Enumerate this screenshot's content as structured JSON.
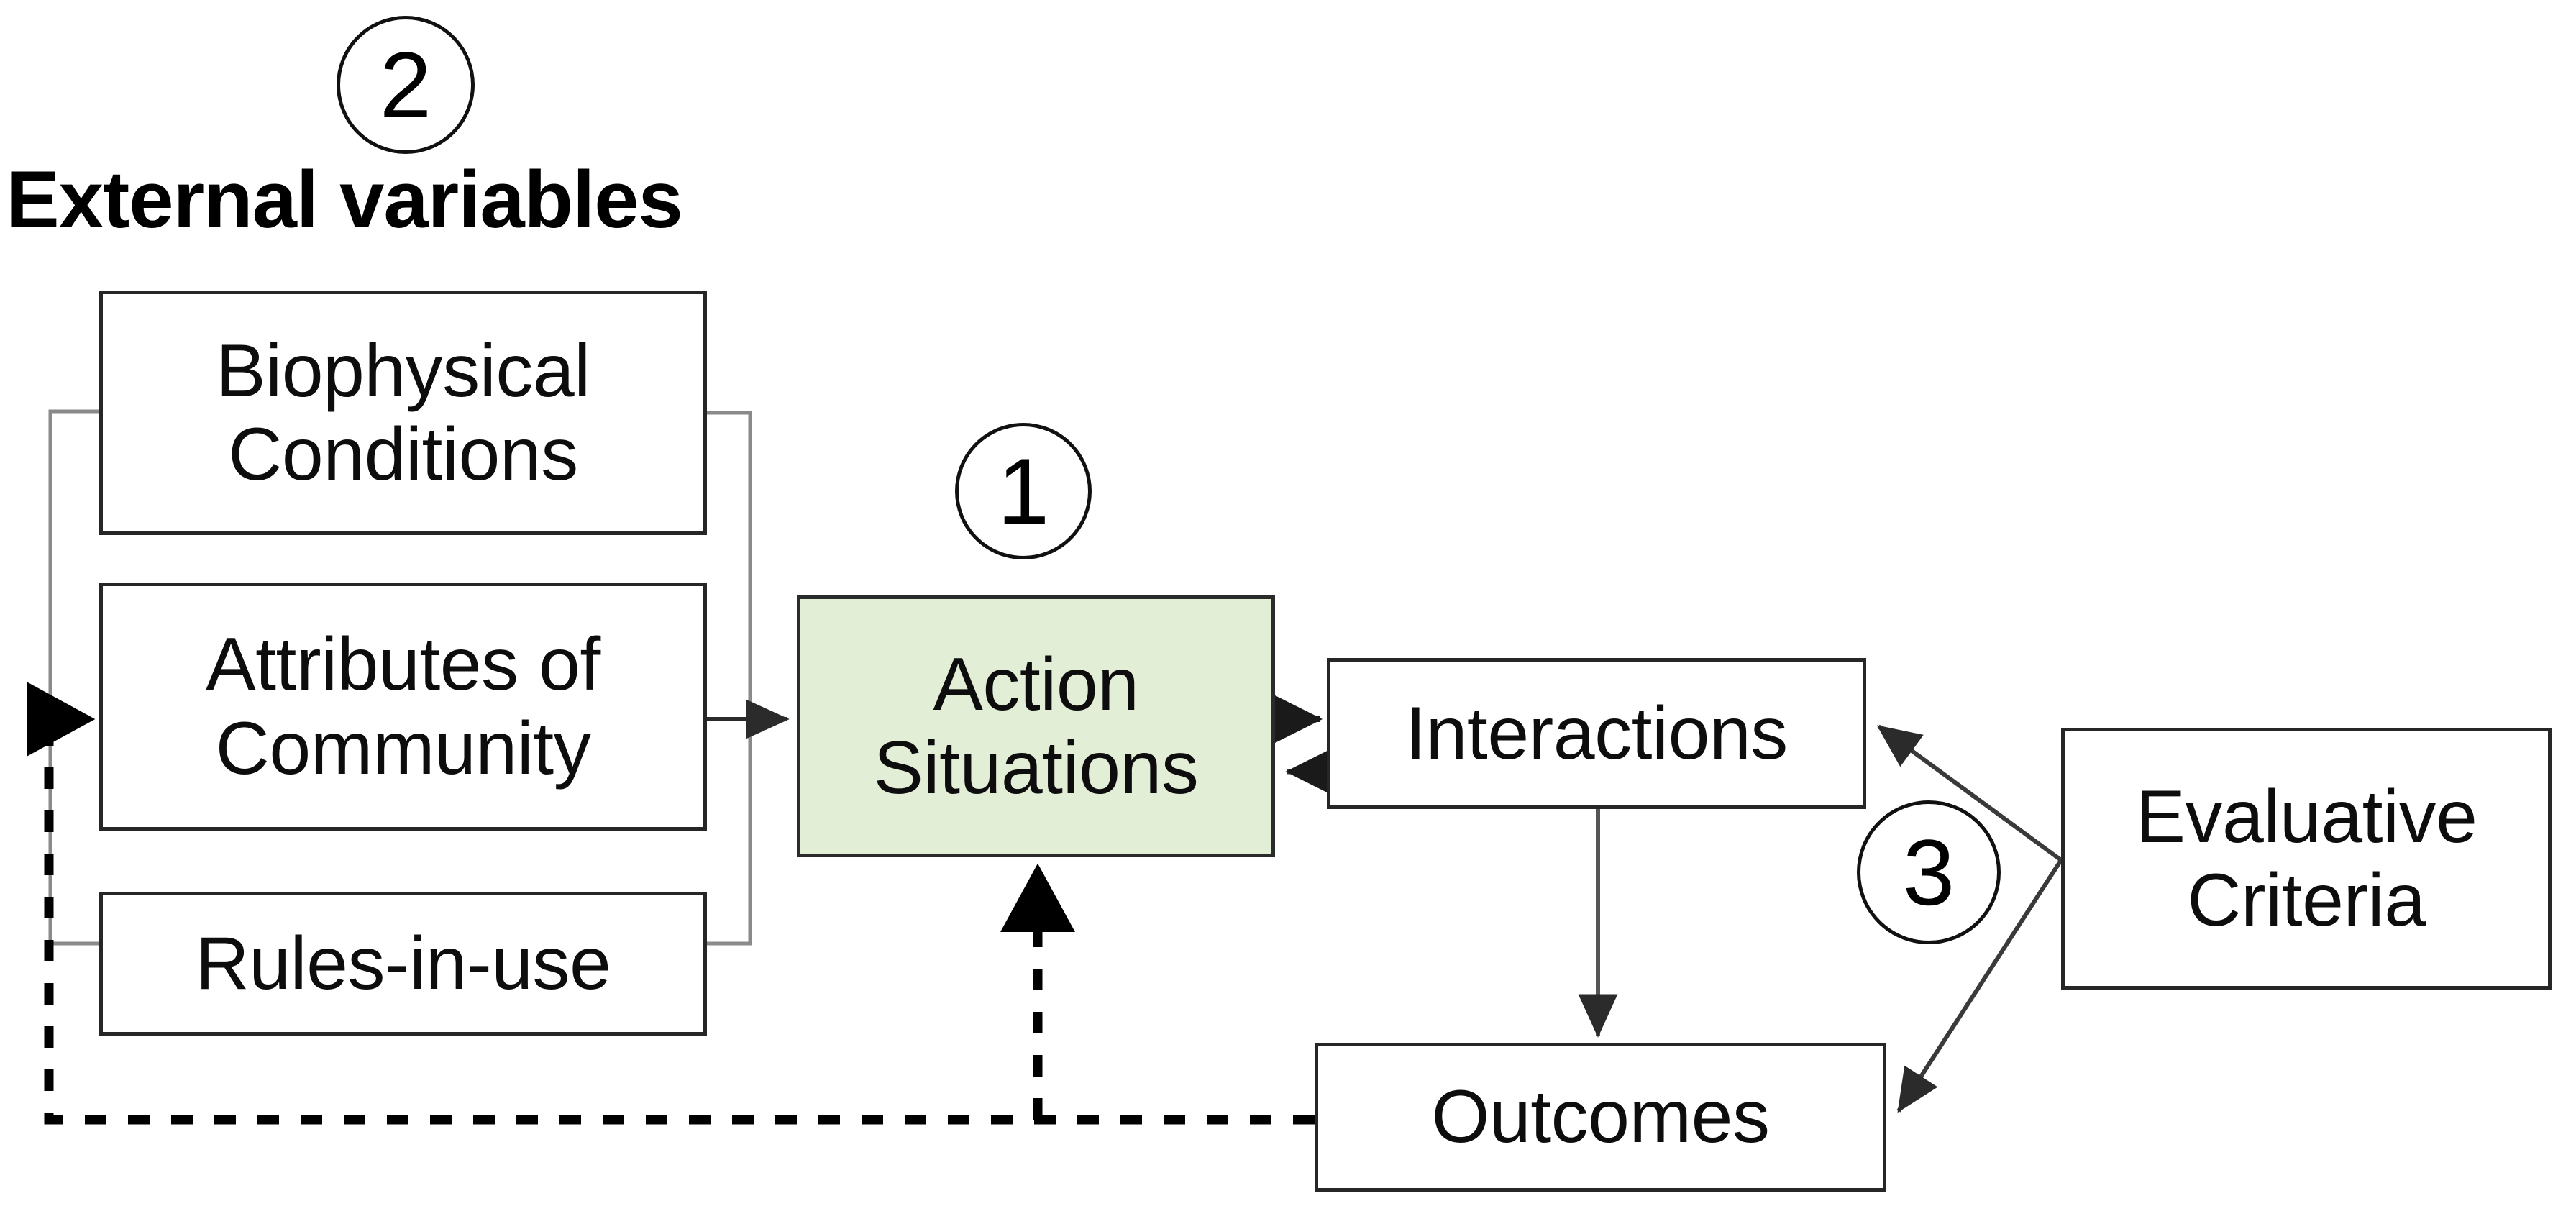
{
  "diagram": {
    "title_heading": "External variables",
    "background_color": "#ffffff",
    "accent_box_color": "#e2eed6",
    "line_color": "#262626",
    "markers": [
      {
        "id": "1",
        "label": "1"
      },
      {
        "id": "2",
        "label": "2"
      },
      {
        "id": "3",
        "label": "3"
      }
    ],
    "nodes": {
      "biophysical": {
        "line1": "Biophysical",
        "line2": "Conditions"
      },
      "attributes": {
        "line1": "Attributes of",
        "line2": "Community"
      },
      "rules": {
        "line1": "Rules-in-use"
      },
      "action": {
        "line1": "Action",
        "line2": "Situations"
      },
      "interactions": {
        "line1": "Interactions"
      },
      "outcomes": {
        "line1": "Outcomes"
      },
      "evaluative": {
        "line1": "Evaluative",
        "line2": "Criteria"
      }
    },
    "connectors": [
      {
        "name": "external-variables-bracket-to-action",
        "from": "external-variables-group",
        "to": "action",
        "style": "solid-thin",
        "arrow": "end"
      },
      {
        "name": "action-to-interactions",
        "from": "action",
        "to": "interactions",
        "style": "solid",
        "arrow": "end"
      },
      {
        "name": "interactions-to-action-feedback",
        "from": "interactions",
        "to": "action",
        "style": "dashed",
        "arrow": "end"
      },
      {
        "name": "interactions-to-outcomes",
        "from": "interactions",
        "to": "outcomes",
        "style": "solid-thin",
        "arrow": "end"
      },
      {
        "name": "evaluative-to-interactions",
        "from": "evaluative",
        "to": "interactions",
        "style": "solid-thin",
        "arrow": "end"
      },
      {
        "name": "evaluative-to-outcomes",
        "from": "evaluative",
        "to": "outcomes",
        "style": "solid-thin",
        "arrow": "end"
      },
      {
        "name": "outcomes-to-action-feedback",
        "from": "outcomes",
        "to": "action",
        "style": "dashed",
        "arrow": "end"
      },
      {
        "name": "outcomes-to-external-variables-feedback",
        "from": "outcomes",
        "to": "attributes",
        "style": "dashed",
        "arrow": "end"
      }
    ]
  }
}
